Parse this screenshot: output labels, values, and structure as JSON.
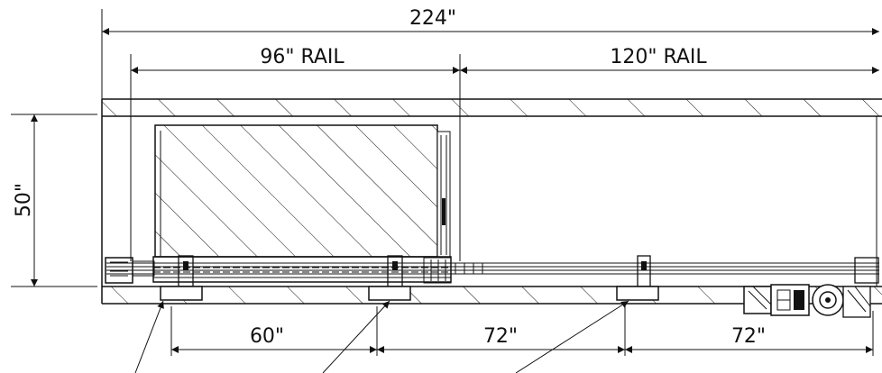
{
  "dimensions": {
    "overall_length": "224\"",
    "rail_96": "96\" RAIL",
    "rail_120": "120\" RAIL",
    "height": "50\"",
    "spacing_1": "60\"",
    "spacing_2": "72\"",
    "spacing_3": "72\""
  }
}
